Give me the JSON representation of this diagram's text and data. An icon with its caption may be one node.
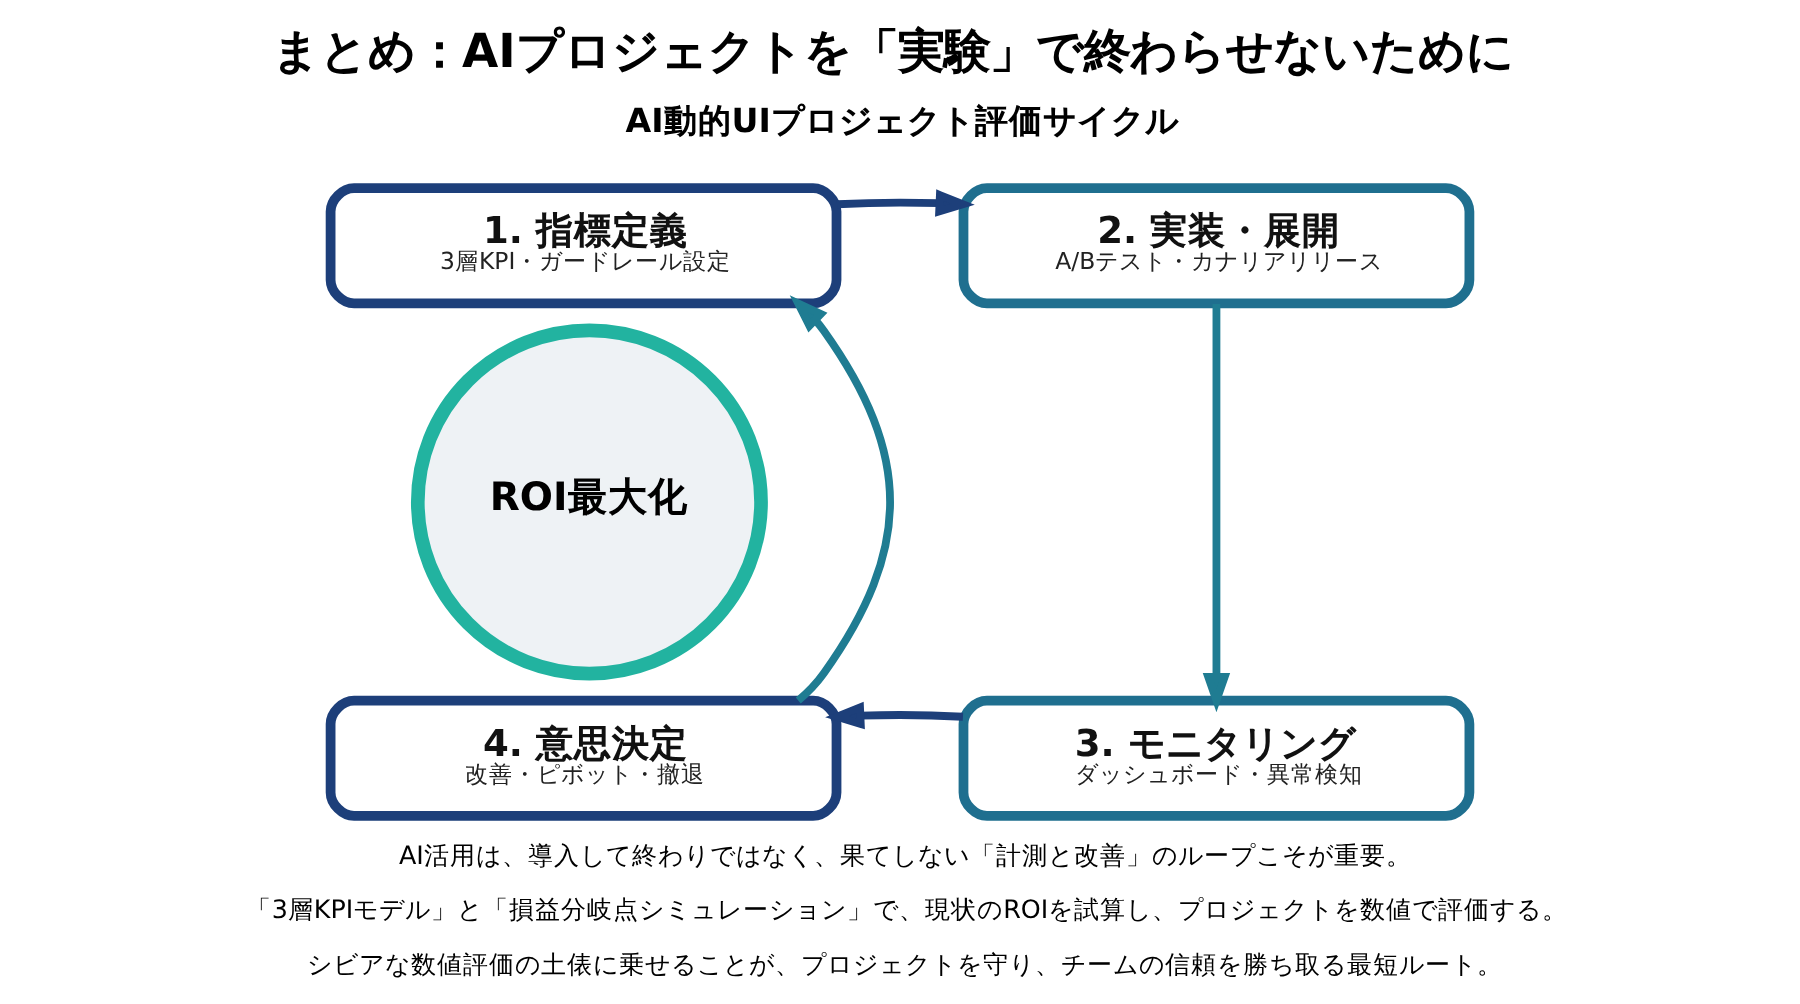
{
  "diagram": {
    "title": "まとめ：AIプロジェクトを「実験」で終わらせないために",
    "nodes": [
      {
        "text": [
          "1. 指標定義",
          "3層KPI・ガードレール設定"
        ]
      },
      {
        "text": [
          "2. 実装・展開",
          "A/Bテスト・カナリアリリース"
        ]
      },
      {
        "text": [
          "3. モニタリング",
          "ダッシュボード・異常検知"
        ]
      },
      {
        "text": [
          "4. 意思決定",
          "改善・ピボット・撤退"
        ]
      },
      {
        "text": [
          "ROI最大化"
        ]
      }
    ],
    "edges": [
      {
        "from": 0,
        "to": 1,
        "arrow": "to",
        "color": "#1d3f7a"
      },
      {
        "from": 1,
        "to": 2,
        "arrow": "to",
        "color": "#1f7c92"
      },
      {
        "from": 2,
        "to": 3,
        "arrow": "to",
        "color": "#1d3f7a"
      },
      {
        "from": 3,
        "to": 0,
        "arrow": "to",
        "color": "#1f7c92"
      }
    ],
    "labels": [
      "AI動的UIプロジェクト評価サイクル",
      "AI活用は、導入して終わりではなく、果てしない「計測と改善」のループこそが重要。",
      "「3層KPIモデル」と「損益分岐点シミュレーション」で、現状のROIを試算し、プロジェクトを数値で評価する。",
      "シビアな数値評価の土俵に乗せることが、プロジェクトを守り、チームの信頼を勝ち取る最短ルート。"
    ]
  }
}
